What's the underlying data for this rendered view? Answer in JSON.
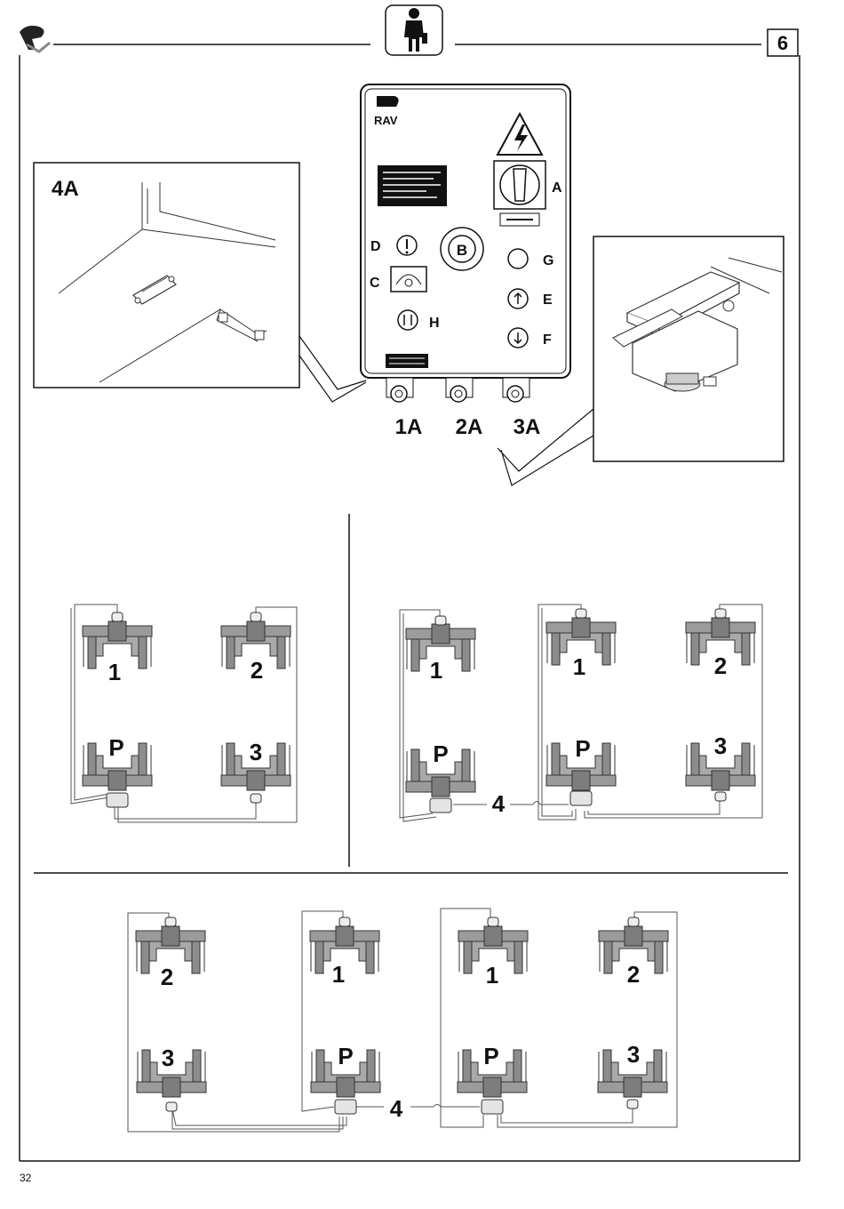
{
  "header": {
    "section_number": "6",
    "operator_icon": "person-icon",
    "logo": "rav-logo"
  },
  "control_panel": {
    "logo_text": "RAV",
    "warning_icon": "high-voltage-icon",
    "labels": {
      "A": "A",
      "B": "B",
      "C": "C",
      "D": "D",
      "E": "E",
      "F": "F",
      "G": "G",
      "H": "H"
    },
    "connectors": [
      "1A",
      "2A",
      "3A"
    ]
  },
  "detail_4a": {
    "label": "4A"
  },
  "diagram_two_column": {
    "lifts": [
      "1",
      "2",
      "P",
      "3"
    ]
  },
  "diagram_six_column": {
    "left_group": [
      "1",
      "P"
    ],
    "right_group": [
      "1",
      "2",
      "P",
      "3"
    ],
    "link_label": "4"
  },
  "diagram_eight_column": {
    "left_group": [
      "2",
      "1",
      "3",
      "P"
    ],
    "right_group": [
      "1",
      "2",
      "P",
      "3"
    ],
    "link_label": "4"
  },
  "footer": {
    "page_number": "32"
  },
  "colors": {
    "frame": "#111111",
    "lift_fill": "#9b9b9b",
    "lift_dark": "#6f6f6f"
  }
}
